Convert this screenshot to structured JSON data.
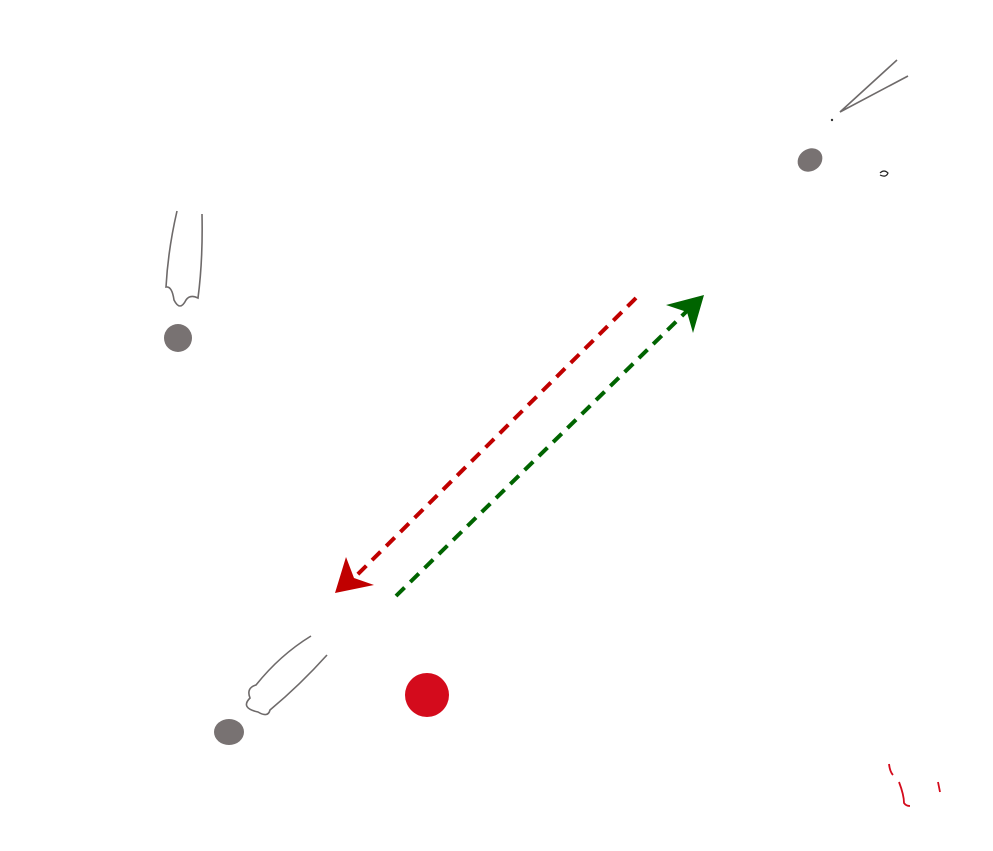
{
  "colors": {
    "figure": "#787272",
    "outline": "#6e6a6a",
    "request_arrow": "#c00000",
    "response_arrow": "#006400",
    "ball": "#d40b1c"
  },
  "arrows": [
    {
      "name": "red-dashed-arrow",
      "direction": "toward-bottom-left"
    },
    {
      "name": "green-dashed-arrow",
      "direction": "toward-top-right"
    }
  ]
}
